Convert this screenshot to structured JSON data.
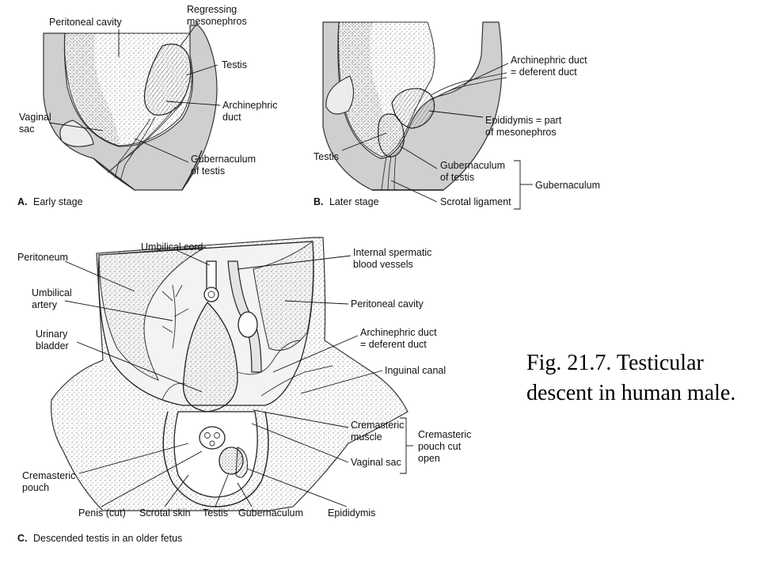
{
  "figure": {
    "title": "Fig. 21.7. Testicular descent in human male."
  },
  "panel_a": {
    "caption_letter": "A.",
    "caption_text": "Early stage",
    "labels": {
      "peritoneal_cavity": "Peritoneal cavity",
      "regressing_1": "Regressing",
      "regressing_2": "mesonephros",
      "testis": "Testis",
      "archinephric_1": "Archinephric",
      "archinephric_2": "duct",
      "vaginal_1": "Vaginal",
      "vaginal_2": "sac",
      "gubernaculum_1": "Gubernaculum",
      "gubernaculum_2": "of testis"
    }
  },
  "panel_b": {
    "caption_letter": "B.",
    "caption_text": "Later stage",
    "labels": {
      "archinephric_1": "Archinephric duct",
      "archinephric_2": "= deferent duct",
      "epididymis_1": "Epididymis = part",
      "epididymis_2": "of mesonephros",
      "testis": "Testis",
      "gubernaculum_1": "Gubernaculum",
      "gubernaculum_2": "of testis",
      "scrotal_ligament": "Scrotal ligament",
      "gubernaculum_group": "Gubernaculum"
    }
  },
  "panel_c": {
    "caption_letter": "C.",
    "caption_text": "Descended testis in an older fetus",
    "labels": {
      "umbilical_cord": "Umbilical cord",
      "peritoneum": "Peritoneum",
      "umbilical_artery_1": "Umbilical",
      "umbilical_artery_2": "artery",
      "urinary_bladder_1": "Urinary",
      "urinary_bladder_2": "bladder",
      "internal_spermatic_1": "Internal spermatic",
      "internal_spermatic_2": "blood vessels",
      "peritoneal_cavity": "Peritoneal cavity",
      "archinephric_1": "Archinephric duct",
      "archinephric_2": "= deferent duct",
      "inguinal_canal": "Inguinal canal",
      "cremasteric_muscle_1": "Cremasteric",
      "cremasteric_muscle_2": "muscle",
      "vaginal_sac": "Vaginal sac",
      "cremasteric_pouch_cut_1": "Cremasteric",
      "cremasteric_pouch_cut_2": "pouch cut",
      "cremasteric_pouch_cut_3": "open",
      "cremasteric_pouch_1": "Cremasteric",
      "cremasteric_pouch_2": "pouch",
      "penis_cut": "Penis (cut)",
      "scrotal_skin": "Scrotal skin",
      "testis": "Testis",
      "gubernaculum": "Gubernaculum",
      "epididymis": "Epididymis"
    }
  }
}
